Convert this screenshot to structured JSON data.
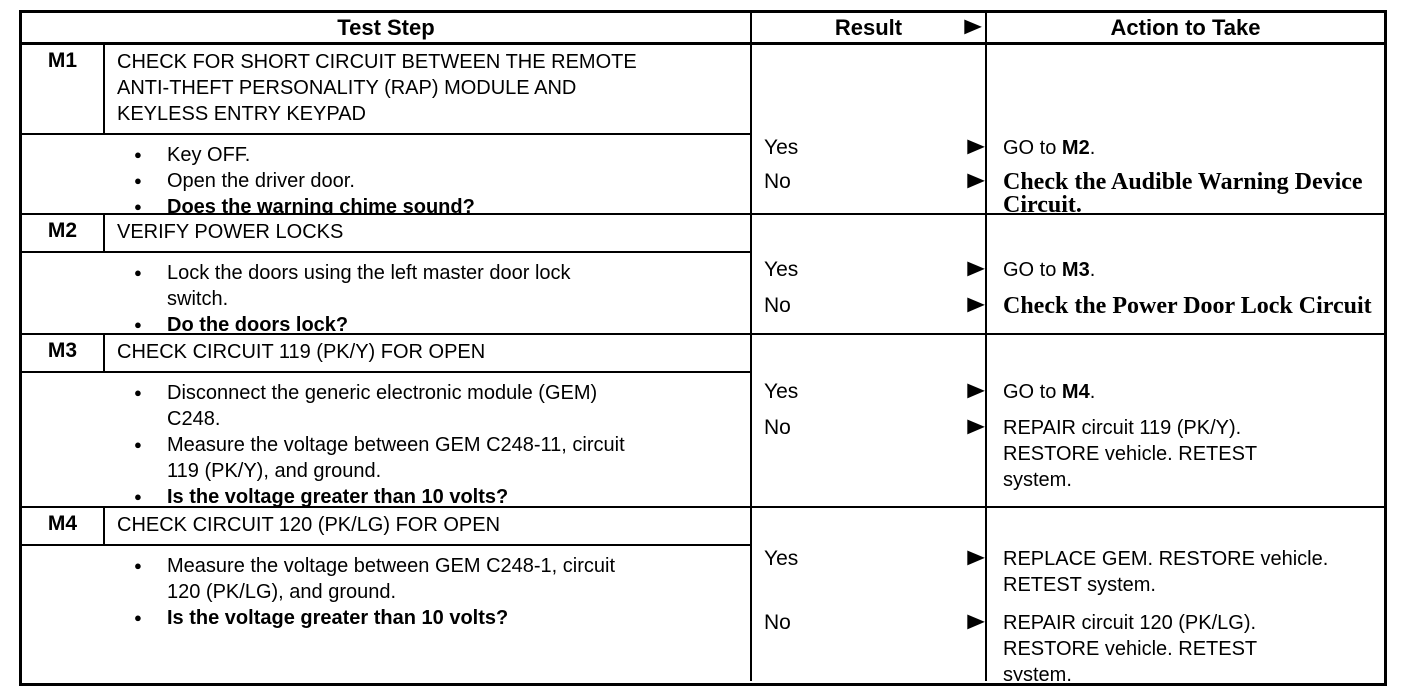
{
  "icons": {
    "result_arrow": "▶",
    "bullet": "●"
  },
  "table": {
    "headers": {
      "test_step": "Test Step",
      "result": "Result",
      "action_to_take": "Action to Take"
    },
    "steps": [
      {
        "id": "M1",
        "title": "CHECK FOR SHORT CIRCUIT BETWEEN THE REMOTE ANTI-THEFT PERSONALITY (RAP) MODULE AND KEYLESS ENTRY KEYPAD",
        "bullets": [
          {
            "text": "Key OFF.",
            "bold": false
          },
          {
            "text": "Open the driver door.",
            "bold": false
          },
          {
            "text": "Does the warning chime sound?",
            "bold": true
          }
        ],
        "outcomes": [
          {
            "result": "Yes",
            "action_pre": "GO to ",
            "action_ref": "M2",
            "action_post": "."
          },
          {
            "result": "No",
            "action": "Check the Audible Warning Device\nCircuit."
          }
        ]
      },
      {
        "id": "M2",
        "title": "VERIFY POWER LOCKS",
        "bullets": [
          {
            "text": "Lock the doors using the left master door lock switch.",
            "bold": false
          },
          {
            "text": "Do the doors lock?",
            "bold": true
          }
        ],
        "outcomes": [
          {
            "result": "Yes",
            "action_pre": "GO to ",
            "action_ref": "M3",
            "action_post": "."
          },
          {
            "result": "No",
            "action": "Check the Power Door Lock Circuit"
          }
        ]
      },
      {
        "id": "M3",
        "title": "CHECK CIRCUIT 119 (PK/Y) FOR OPEN",
        "bullets": [
          {
            "text": "Disconnect the generic electronic module (GEM) C248.",
            "bold": false
          },
          {
            "text": "Measure the voltage between GEM C248-11, circuit 119 (PK/Y), and ground.",
            "bold": false
          },
          {
            "text": "Is the voltage greater than 10 volts?",
            "bold": true
          }
        ],
        "outcomes": [
          {
            "result": "Yes",
            "action_pre": "GO to ",
            "action_ref": "M4",
            "action_post": "."
          },
          {
            "result": "No",
            "action": "REPAIR circuit 119 (PK/Y).\nRESTORE vehicle. RETEST\nsystem."
          }
        ]
      },
      {
        "id": "M4",
        "title": "CHECK CIRCUIT 120 (PK/LG) FOR OPEN",
        "bullets": [
          {
            "text": "Measure the voltage between GEM C248-1, circuit 120 (PK/LG), and ground.",
            "bold": false
          },
          {
            "text": "Is the voltage greater than 10 volts?",
            "bold": true
          }
        ],
        "outcomes": [
          {
            "result": "Yes",
            "action": "REPLACE GEM. RESTORE vehicle.\nRETEST system."
          },
          {
            "result": "No",
            "action": "REPAIR circuit 120 (PK/LG).\nRESTORE vehicle. RETEST\nsystem."
          }
        ]
      }
    ]
  }
}
